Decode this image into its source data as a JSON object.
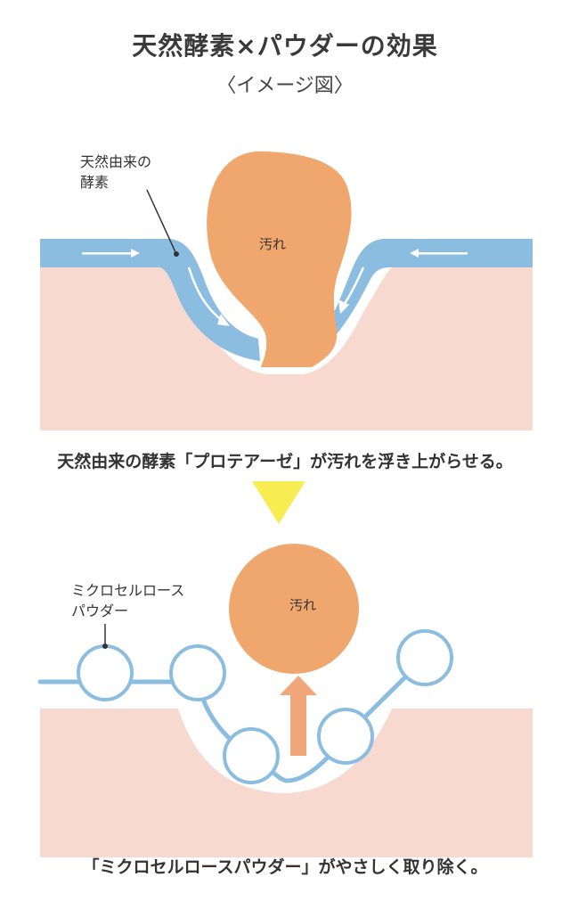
{
  "title": "天然酵素×パウダーの効果",
  "subtitle": "〈イメージ図〉",
  "panel1": {
    "label_line1": "天然由来の",
    "label_line2": "酵素",
    "dirt_label": "汚れ",
    "caption": "天然由来の酵素「プロテアーゼ」が汚れを浮き上がらせる。"
  },
  "panel2": {
    "label_line1": "ミクロセルロース",
    "label_line2": "パウダー",
    "dirt_label": "汚れ",
    "caption": "「ミクロセルロースパウダー」がやさしく取り除く。"
  },
  "colors": {
    "skin": "#f8d9d0",
    "blue": "#8bbde0",
    "blue_dark": "#6fa7d2",
    "dirt": "#f0a76d",
    "arrow": "#f2a77a",
    "triangle": "#f7ec52",
    "text": "#333333"
  },
  "icons": {
    "divider": "down-triangle-icon",
    "lift": "up-arrow-icon"
  }
}
